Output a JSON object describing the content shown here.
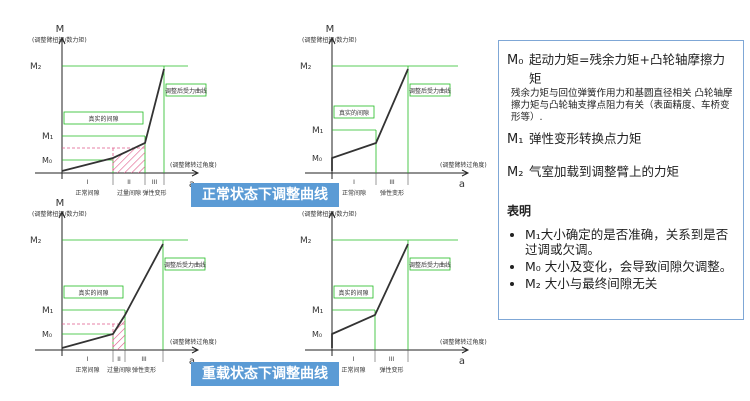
{
  "axis": {
    "y_symbol": "M",
    "x_symbol": "a",
    "y_caption": "(调整臂扭矩/数力矩)",
    "x_caption": "(调整臂转过角度)",
    "m2": "M₂",
    "m1": "M₁",
    "m0": "M₀"
  },
  "curve_labels": {
    "real_gap": "真实的间隙",
    "adjust_curve": "调整后受力曲线"
  },
  "zones": {
    "normal_gap": "正常间隙",
    "over_gap": "过量间隙",
    "elastic": "弹性变形",
    "I": "I",
    "II": "II",
    "III": "III"
  },
  "captions": {
    "normal": "正常状态下调整曲线",
    "heavy": "重载状态下调整曲线"
  },
  "legend": {
    "m0_symbol": "M₀",
    "m0_text": "起动力矩=残余力矩+凸轮轴摩擦力矩",
    "m0_detail": "残余力矩与回位弹簧作用力和基圆直径相关 凸轮轴摩擦力矩与凸轮轴支撑点阻力有关（表面精度、车桥变形等）.",
    "m1_symbol": "M₁",
    "m1_text": "弹性变形转换点力矩",
    "m2_symbol": "M₂",
    "m2_text": "气室加载到调整臂上的力矩",
    "heading": "表明",
    "bullets": [
      "M₁大小确定的是否准确，关系到是否过调或欠调。",
      "M₀ 大小及变化，会导致间隙欠调整。",
      "M₂ 大小与最终间隙无关"
    ]
  }
}
